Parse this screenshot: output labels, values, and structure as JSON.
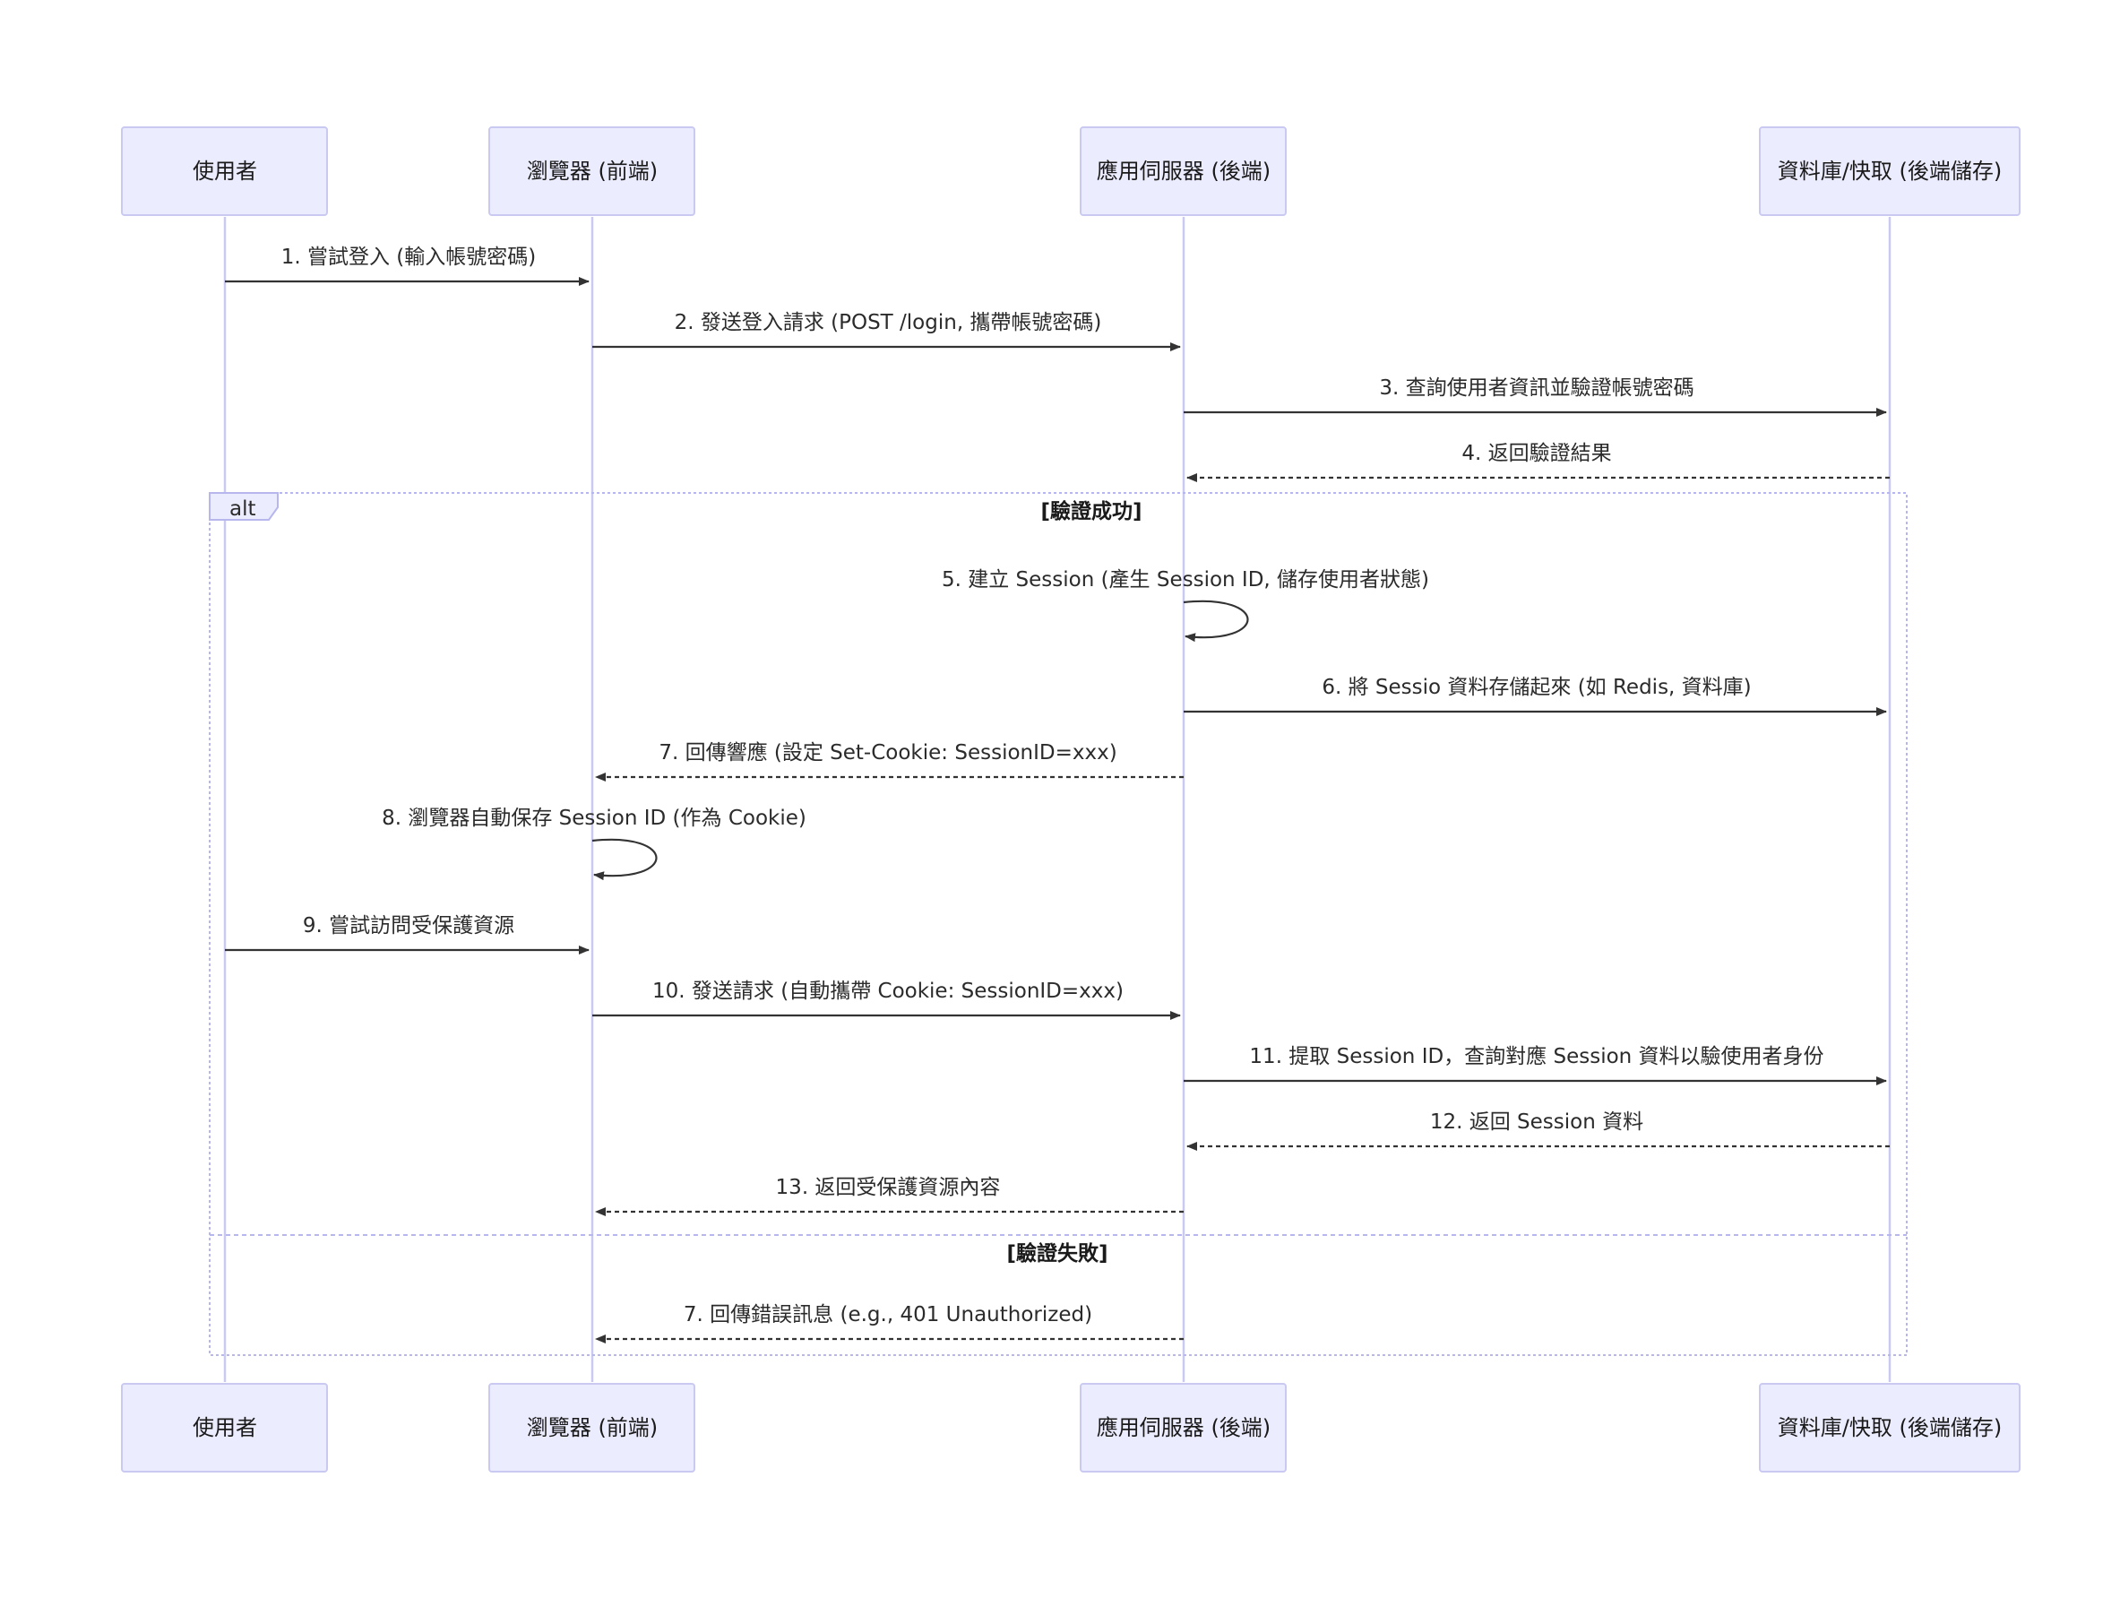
{
  "actors": [
    {
      "id": "user",
      "label": "使用者"
    },
    {
      "id": "browser",
      "label": "瀏覽器 (前端)"
    },
    {
      "id": "server",
      "label": "應用伺服器 (後端)"
    },
    {
      "id": "db",
      "label": "資料庫/快取 (後端儲存)"
    }
  ],
  "messages": [
    {
      "from": "user",
      "to": "browser",
      "label": "1. 嘗試登入 (輸入帳號密碼)",
      "style": "solid"
    },
    {
      "from": "browser",
      "to": "server",
      "label": "2. 發送登入請求 (POST /login, 攜帶帳號密碼)",
      "style": "solid"
    },
    {
      "from": "server",
      "to": "db",
      "label": "3. 查詢使用者資訊並驗證帳號密碼",
      "style": "solid"
    },
    {
      "from": "db",
      "to": "server",
      "label": "4. 返回驗證結果",
      "style": "dashed"
    },
    {
      "from": "server",
      "to": "server",
      "label": "5. 建立 Session (產生 Session ID, 儲存使用者狀態)",
      "style": "solid"
    },
    {
      "from": "server",
      "to": "db",
      "label": "6. 將 Sessio 資料存儲起來 (如 Redis, 資料庫)",
      "style": "solid"
    },
    {
      "from": "server",
      "to": "browser",
      "label": "7. 回傳響應 (設定 Set-Cookie: SessionID=xxx)",
      "style": "dashed"
    },
    {
      "from": "browser",
      "to": "browser",
      "label": "8. 瀏覽器自動保存 Session ID (作為 Cookie)",
      "style": "solid"
    },
    {
      "from": "user",
      "to": "browser",
      "label": "9. 嘗試訪問受保護資源",
      "style": "solid"
    },
    {
      "from": "browser",
      "to": "server",
      "label": "10. 發送請求 (自動攜帶 Cookie: SessionID=xxx)",
      "style": "solid"
    },
    {
      "from": "server",
      "to": "db",
      "label": "11. 提取 Session ID，查詢對應 Session 資料以驗使用者身份",
      "style": "solid"
    },
    {
      "from": "db",
      "to": "server",
      "label": "12. 返回 Session 資料",
      "style": "dashed"
    },
    {
      "from": "server",
      "to": "browser",
      "label": "13. 返回受保護資源內容",
      "style": "dashed"
    },
    {
      "from": "server",
      "to": "browser",
      "label": "7. 回傳錯誤訊息 (e.g., 401 Unauthorized)",
      "style": "dashed"
    }
  ],
  "alt_block": {
    "keyword": "alt",
    "success_condition": "[驗證成功]",
    "failure_condition": "[驗證失敗]"
  },
  "colors": {
    "actor_fill": "#ECECFF",
    "actor_border": "#C9C9F2",
    "line": "#333333"
  }
}
